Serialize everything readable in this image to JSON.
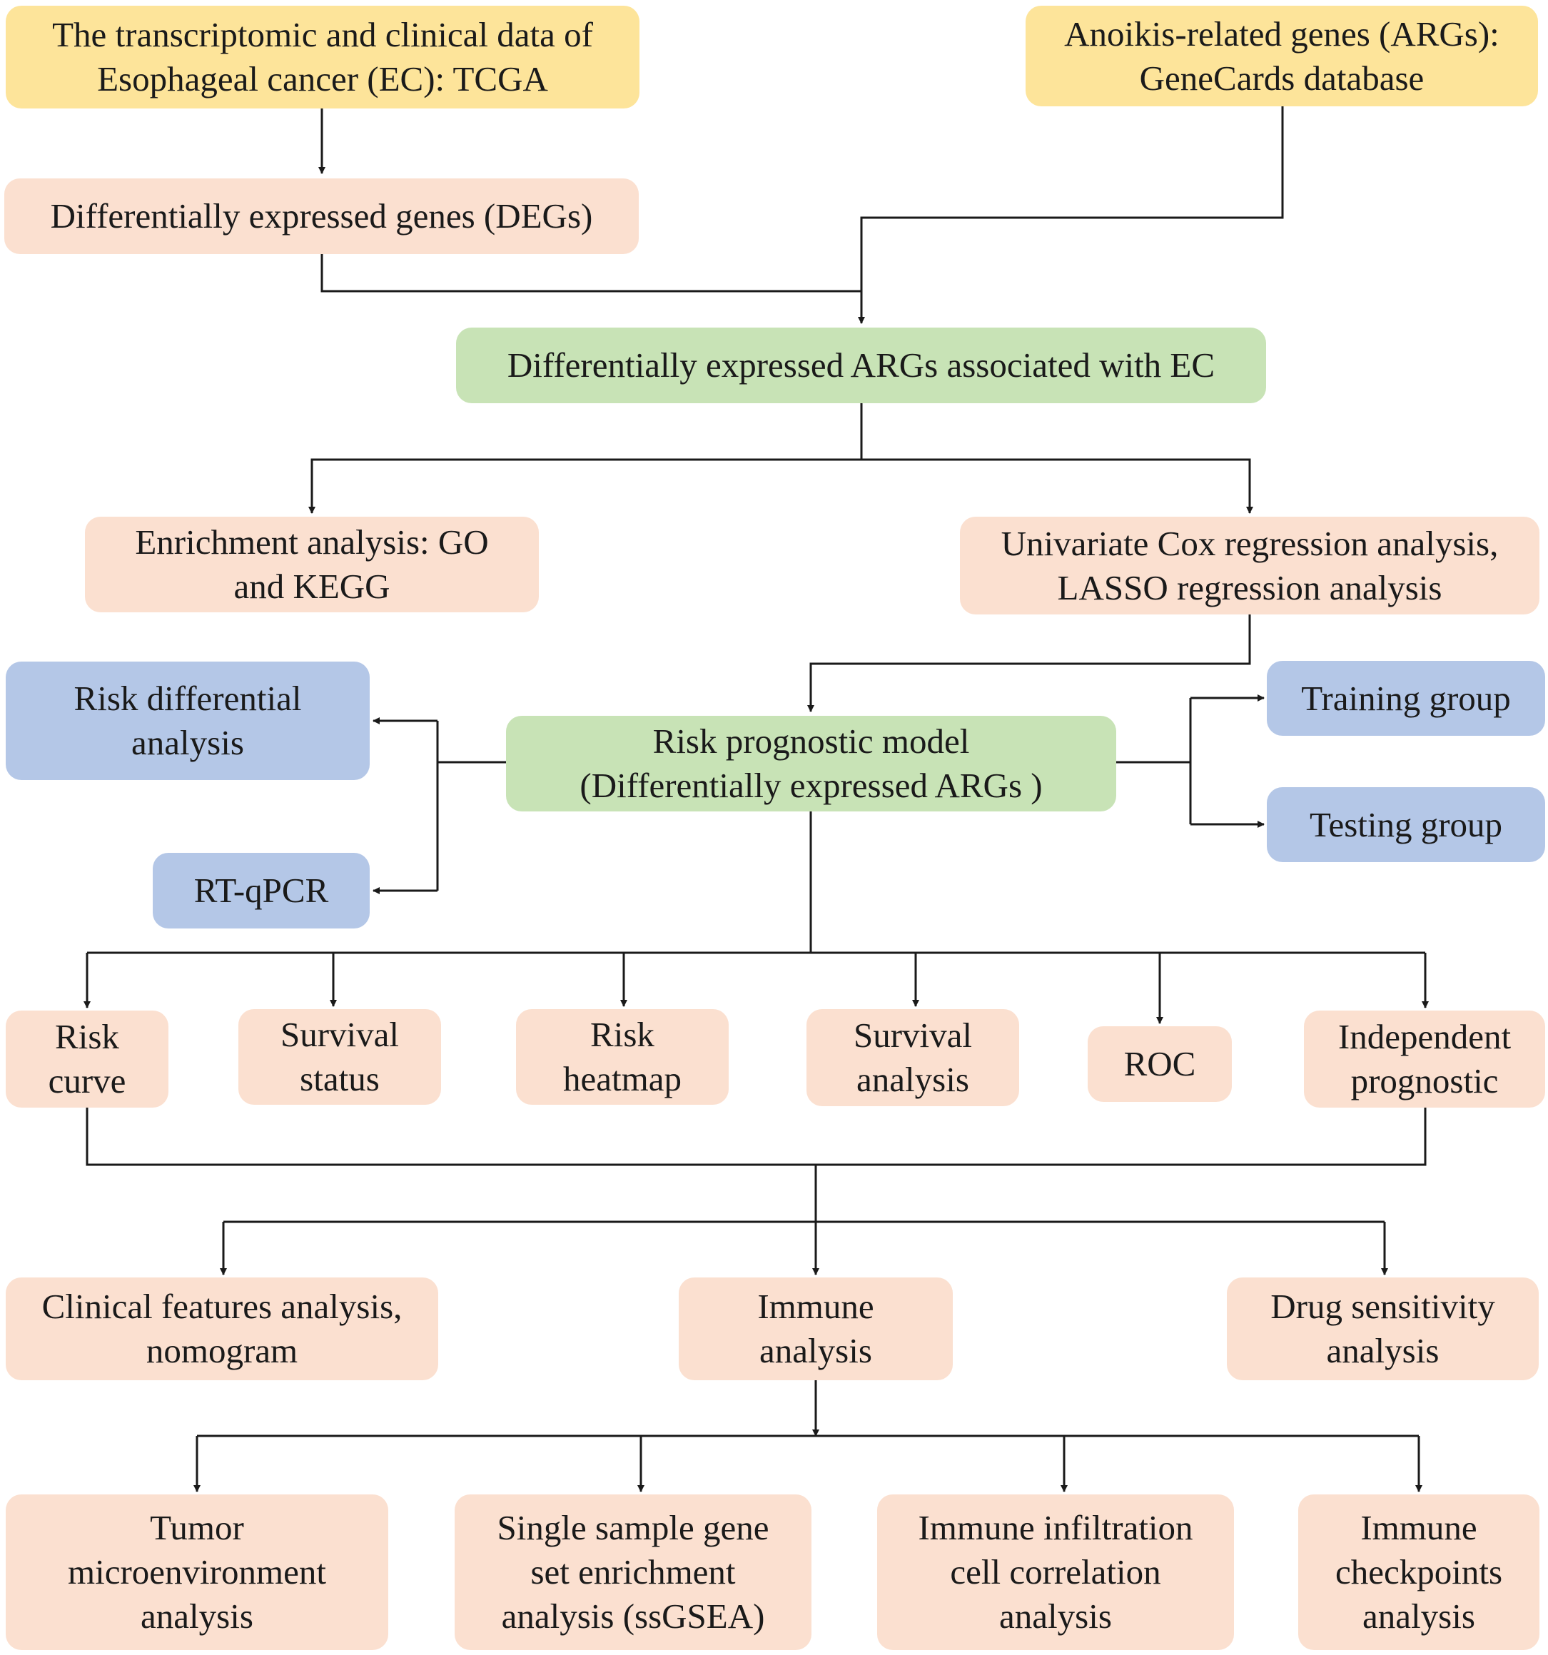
{
  "colors": {
    "source": "#fde49a",
    "step": "#fbe0d0",
    "core": "#c8e3b6",
    "branch": "#b4c7e7",
    "line": "#1a1a1a"
  },
  "nodes": {
    "tcga": "The transcriptomic and clinical data of\nEsophageal cancer (EC): TCGA",
    "args_source": "Anoikis-related genes (ARGs):\nGeneCards database",
    "degs": "Differentially expressed genes (DEGs)",
    "de_args": "Differentially expressed ARGs associated with EC",
    "enrichment": "Enrichment analysis: GO\nand KEGG",
    "cox_lasso": "Univariate Cox regression analysis,\nLASSO regression analysis",
    "risk_model": "Risk prognostic model\n(Differentially expressed ARGs )",
    "risk_diff": "Risk differential\nanalysis",
    "rtqpcr": "RT-qPCR",
    "training": "Training group",
    "testing": "Testing group",
    "risk_curve": "Risk\ncurve",
    "survival_status": "Survival\nstatus",
    "risk_heatmap": "Risk\nheatmap",
    "survival_analysis": "Survival\nanalysis",
    "roc": "ROC",
    "independent": "Independent\nprognostic",
    "clinical": "Clinical features analysis,\nnomogram",
    "immune": "Immune\nanalysis",
    "drug": "Drug sensitivity\nanalysis",
    "tme": "Tumor\nmicroenvironment\nanalysis",
    "ssgsea": "Single sample gene\nset enrichment\nanalysis (ssGSEA)",
    "infiltration": "Immune infiltration\ncell correlation\nanalysis",
    "checkpoints": "Immune\ncheckpoints\nanalysis"
  }
}
